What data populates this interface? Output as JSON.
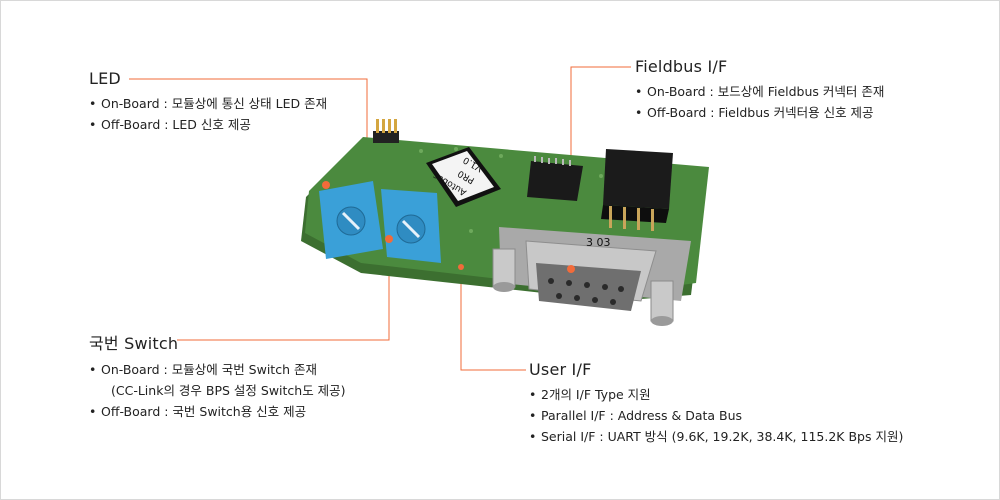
{
  "callouts": {
    "led": {
      "title": "LED",
      "items": [
        "On-Board : 모듈상에 통신 상태 LED 존재",
        "Off-Board : LED 신호 제공"
      ]
    },
    "fieldbus": {
      "title": "Fieldbus I/F",
      "items": [
        "On-Board : 보드상에 Fieldbus 커넥터 존재",
        "Off-Board : Fieldbus 커넥터용 신호 제공"
      ]
    },
    "switch": {
      "title": "국번 Switch",
      "items": [
        "On-Board : 모듈상에 국번 Switch 존재",
        "(CC-Link의 경우 BPS 설정 Switch도 제공)",
        "Off-Board : 국번 Switch용 신호 제공"
      ]
    },
    "user": {
      "title": "User I/F",
      "items": [
        "2개의 I/F Type 지원",
        "Parallel I/F : Address & Data Bus",
        "Serial I/F : UART 방식 (9.6K, 19.2K, 38.4K, 115.2K Bps 지원)"
      ]
    }
  },
  "board_chip_label": [
    "Autobus",
    "PR0",
    "V1.0"
  ],
  "connector_label": "3 03",
  "colors": {
    "accent": "#f26b3a",
    "pcb": "#4b8a3e",
    "switch": "#3aa0d8"
  }
}
